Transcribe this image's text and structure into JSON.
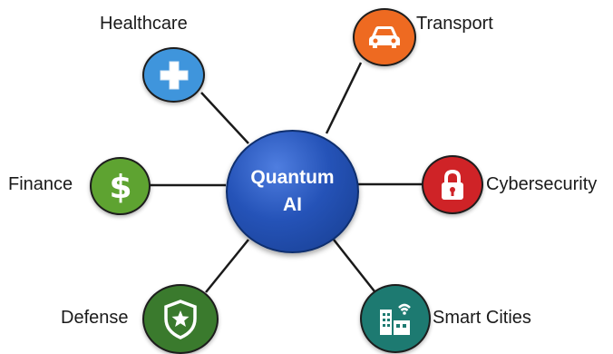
{
  "hub": {
    "label_line1": "Quantum",
    "label_line2": "AI",
    "color": "#2553b8"
  },
  "nodes": [
    {
      "id": "healthcare",
      "label": "Healthcare",
      "icon": "medical-cross-icon",
      "color": "#3f95dc"
    },
    {
      "id": "transport",
      "label": "Transport",
      "icon": "car-icon",
      "color": "#ee6a21"
    },
    {
      "id": "finance",
      "label": "Finance",
      "icon": "dollar-icon",
      "color": "#5ea331"
    },
    {
      "id": "cybersecurity",
      "label": "Cybersecurity",
      "icon": "padlock-icon",
      "color": "#cf2327"
    },
    {
      "id": "defense",
      "label": "Defense",
      "icon": "shield-star-icon",
      "color": "#3a7a2d"
    },
    {
      "id": "smart_cities",
      "label": "Smart Cities",
      "icon": "city-wifi-icon",
      "color": "#1d7a71"
    }
  ]
}
